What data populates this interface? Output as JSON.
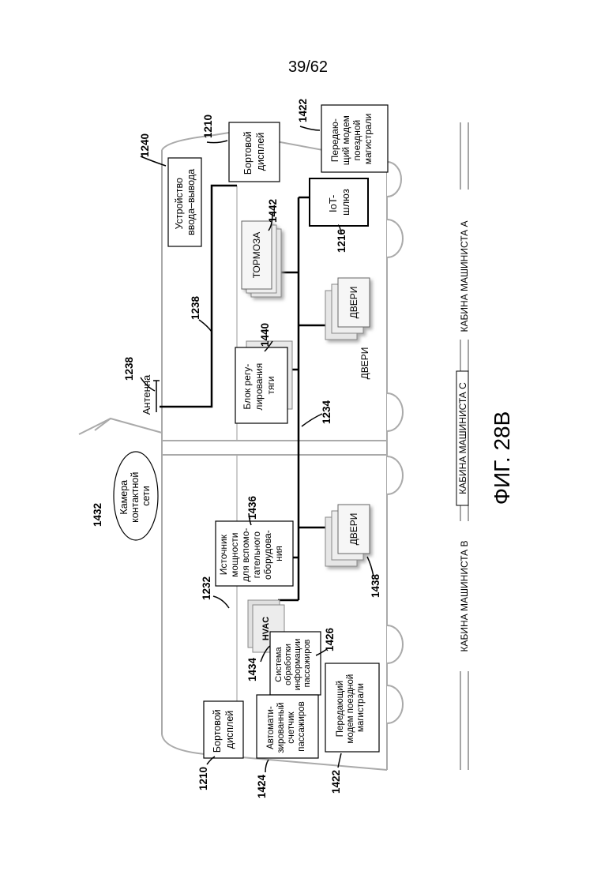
{
  "page_number": "39/62",
  "figure_caption": "ФИГ. 28В",
  "cabins": {
    "a": "КАБИНА МАШИНИСТА А",
    "c": "КАБИНА МАШИНИСТА С",
    "b": "КАБИНА МАШИНИСТА В"
  },
  "ref_numbers": {
    "r1240": "1240",
    "r1210_top": "1210",
    "r1422_top": "1422",
    "r1442": "1442",
    "r1216": "1216",
    "r1238_cable": "1238",
    "r1238_antenna": "1238",
    "r1440": "1440",
    "r1234": "1234",
    "r1432": "1432",
    "r1436": "1436",
    "r1232": "1232",
    "r1438": "1438",
    "r1434": "1434",
    "r1426": "1426",
    "r1210_bottom": "1210",
    "r1424": "1424",
    "r1422_bottom": "1422"
  },
  "components": {
    "io_device": [
      "Устройство",
      "ввода–вывода"
    ],
    "onboard_display_top": [
      "Бортовой",
      "дисплей"
    ],
    "modem_top": [
      "Передаю-",
      "щий модем",
      "поездной",
      "магистрали"
    ],
    "iot_gateway": [
      "IoT-",
      "шлюз"
    ],
    "brakes": "ТОРМОЗА",
    "doors_stack_a": "ДВЕРИ",
    "doors_label_a": "ДВЕРИ",
    "antenna": "Антенна",
    "traction_control": [
      "Блок регу-",
      "лирования",
      "тяги"
    ],
    "overhead_camera": [
      "Камера",
      "контактной",
      "сети"
    ],
    "aux_power": [
      "Источник",
      "мощности",
      "для вспомо-",
      "гательного",
      "оборудова-",
      "ния"
    ],
    "doors_stack_b": "ДВЕРИ",
    "hvac": "HVAC",
    "passenger_info": [
      "Система",
      "обработки",
      "информации",
      "пассажиров"
    ],
    "onboard_display_bottom": [
      "Бортовой",
      "дисплей"
    ],
    "passenger_counter": [
      "Автомати-",
      "зированный",
      "счетчик",
      "пассажиров"
    ],
    "modem_bottom": [
      "Передающий",
      "модем поездной",
      "магистрали"
    ]
  }
}
